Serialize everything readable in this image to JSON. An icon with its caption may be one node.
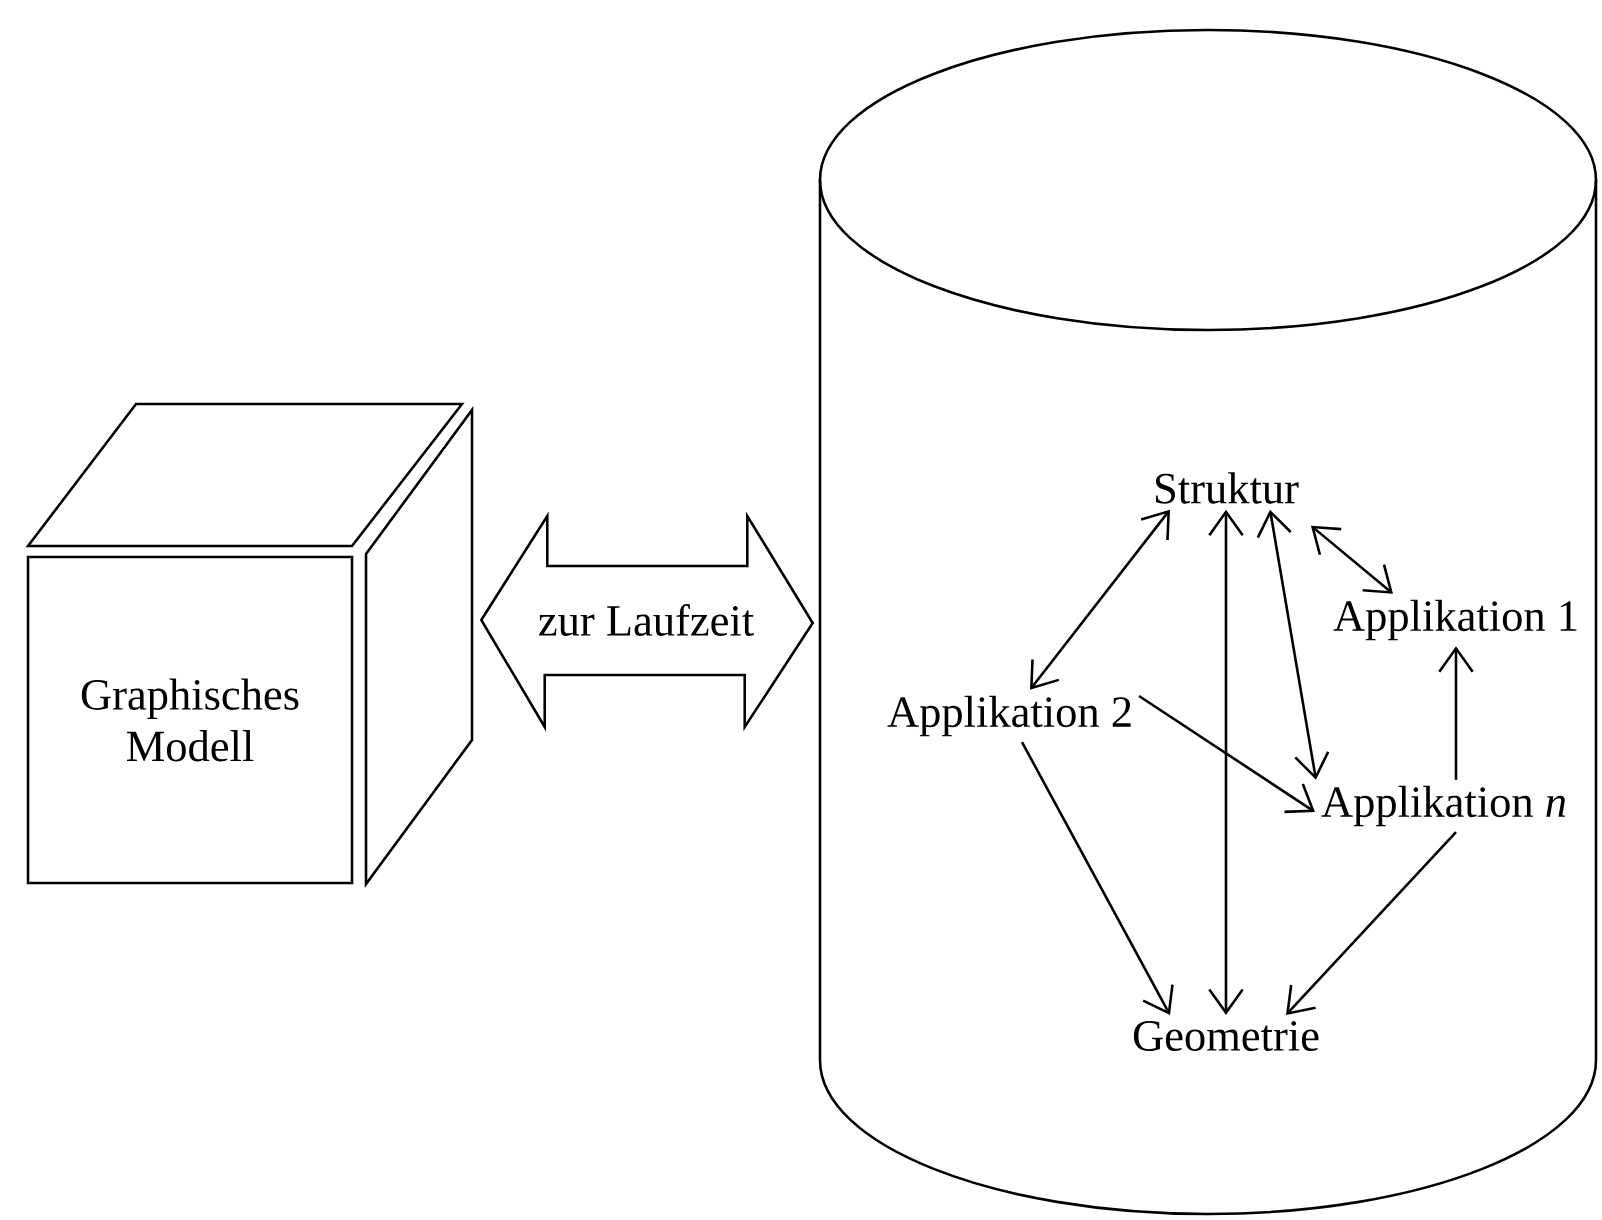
{
  "diagram": {
    "nodes": [
      {
        "text": [
          "Graphisches Modell"
        ]
      },
      {
        "text": [],
        "shape": "cylinder"
      },
      {
        "text": [
          "Struktur"
        ],
        "in": 1
      },
      {
        "text": [
          "Applikation 1"
        ],
        "in": 1
      },
      {
        "text": [
          "Applikation 2"
        ],
        "in": 1
      },
      {
        "text": [
          "Applikation *n*"
        ],
        "in": 1
      },
      {
        "text": [
          "Geometrie"
        ],
        "in": 1
      }
    ],
    "edges": [
      {
        "from": 0,
        "to": 1,
        "arrow": "both",
        "label": "zur Laufzeit"
      },
      {
        "from": 2,
        "to": 4,
        "arrow": "both"
      },
      {
        "from": 2,
        "to": 6,
        "arrow": "both"
      },
      {
        "from": 2,
        "to": 5,
        "arrow": "both"
      },
      {
        "from": 2,
        "to": 3,
        "arrow": "both"
      },
      {
        "from": 5,
        "to": 3,
        "arrow": "to"
      },
      {
        "from": 4,
        "to": 5,
        "arrow": "to"
      },
      {
        "from": 4,
        "to": 6,
        "arrow": "to"
      },
      {
        "from": 5,
        "to": 6,
        "arrow": "to"
      }
    ]
  }
}
